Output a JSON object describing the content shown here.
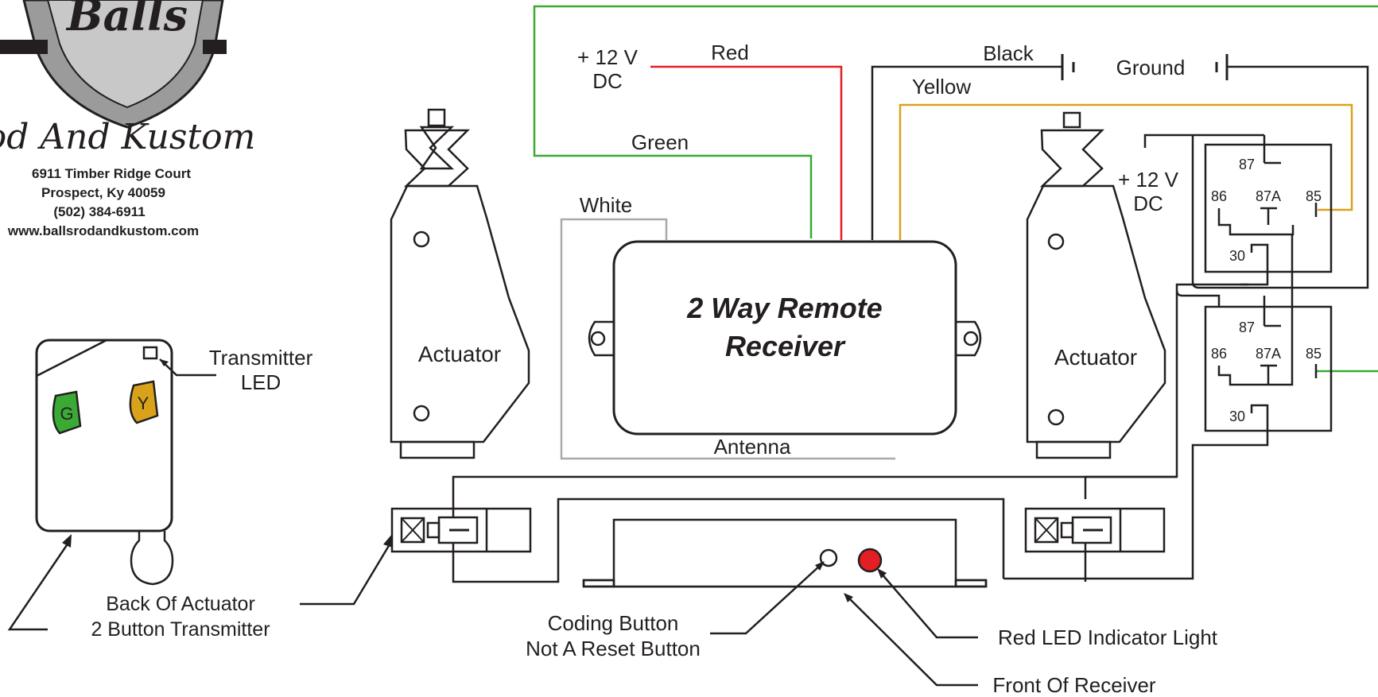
{
  "logo": {
    "brand": "Balls",
    "script": "Rod And Kustom",
    "address_lines": [
      "6911 Timber Ridge Court",
      "Prospect, Ky 40059",
      "(502) 384-6911",
      "www.ballsrodandkustom.com"
    ]
  },
  "labels": {
    "plus12v_1": "+ 12 V",
    "dc_1": "DC",
    "plus12v_2": "+ 12 V",
    "dc_2": "DC",
    "red_wire": "Red",
    "black_wire": "Black",
    "ground": "Ground",
    "yellow_wire": "Yellow",
    "green_wire": "Green",
    "white_wire": "White",
    "antenna": "Antenna",
    "actuator_left": "Actuator",
    "actuator_right": "Actuator",
    "receiver_line1": "2 Way Remote",
    "receiver_line2": "Receiver",
    "transmitter_led_1": "Transmitter",
    "transmitter_led_2": "LED",
    "button_g": "G",
    "button_y": "Y",
    "back_actuator": "Back Of Actuator",
    "two_button_tx": "2 Button Transmitter",
    "coding_1": "Coding Button",
    "coding_2": "Not A Reset Button",
    "red_led": "Red LED Indicator Light",
    "front_receiver": "Front Of Receiver"
  },
  "relays": [
    {
      "p87": "87",
      "p86": "86",
      "p87a": "87A",
      "p85": "85",
      "p30": "30"
    },
    {
      "p87": "87",
      "p86": "86",
      "p87a": "87A",
      "p85": "85",
      "p30": "30"
    }
  ],
  "colors": {
    "red": "#e31e24",
    "green": "#3aaa35",
    "yellow": "#d9a21b",
    "white_wire": "#a7a9ac",
    "black": "#231f20"
  }
}
